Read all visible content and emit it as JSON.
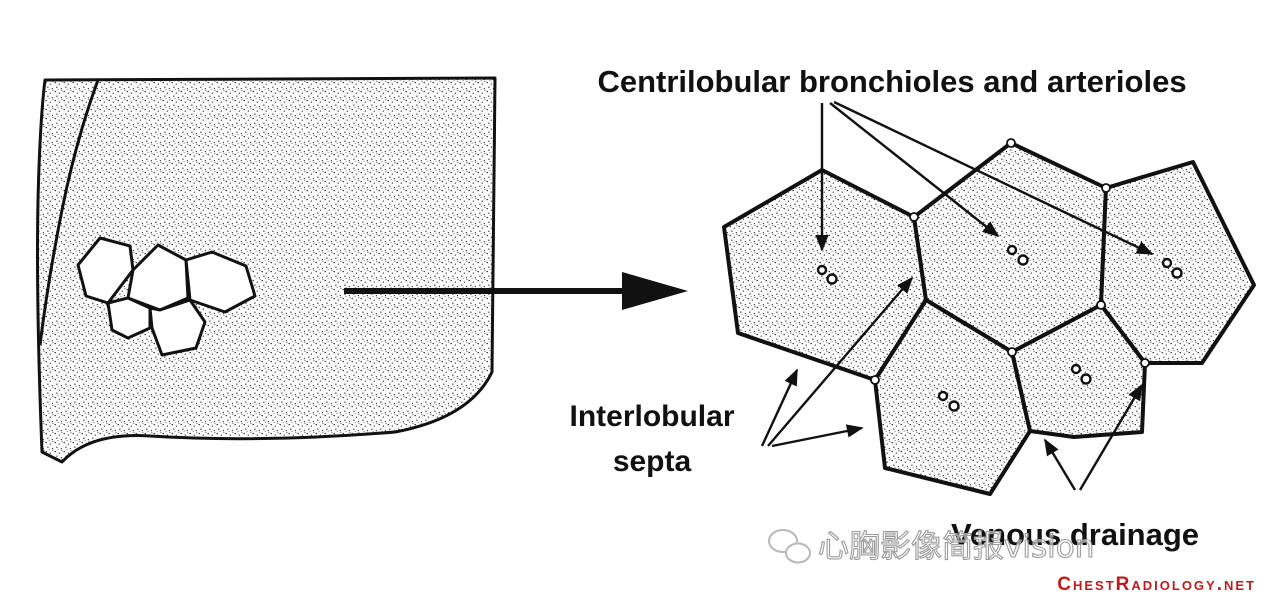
{
  "labels": {
    "centrilobular": "Centrilobular bronchioles and arterioles",
    "interlobular_line1": "Interlobular",
    "interlobular_line2": "septa",
    "venous": "Venous drainage"
  },
  "watermark": {
    "text": "心胸影像简报vision",
    "icon": "wechat-icon"
  },
  "website": "ChestRadiology.net",
  "colors": {
    "line": "#111111",
    "stipple": "#222222",
    "paper": "#ffffff",
    "website_red": "#c21a1a",
    "watermark_grey": "#b8b8b8"
  }
}
